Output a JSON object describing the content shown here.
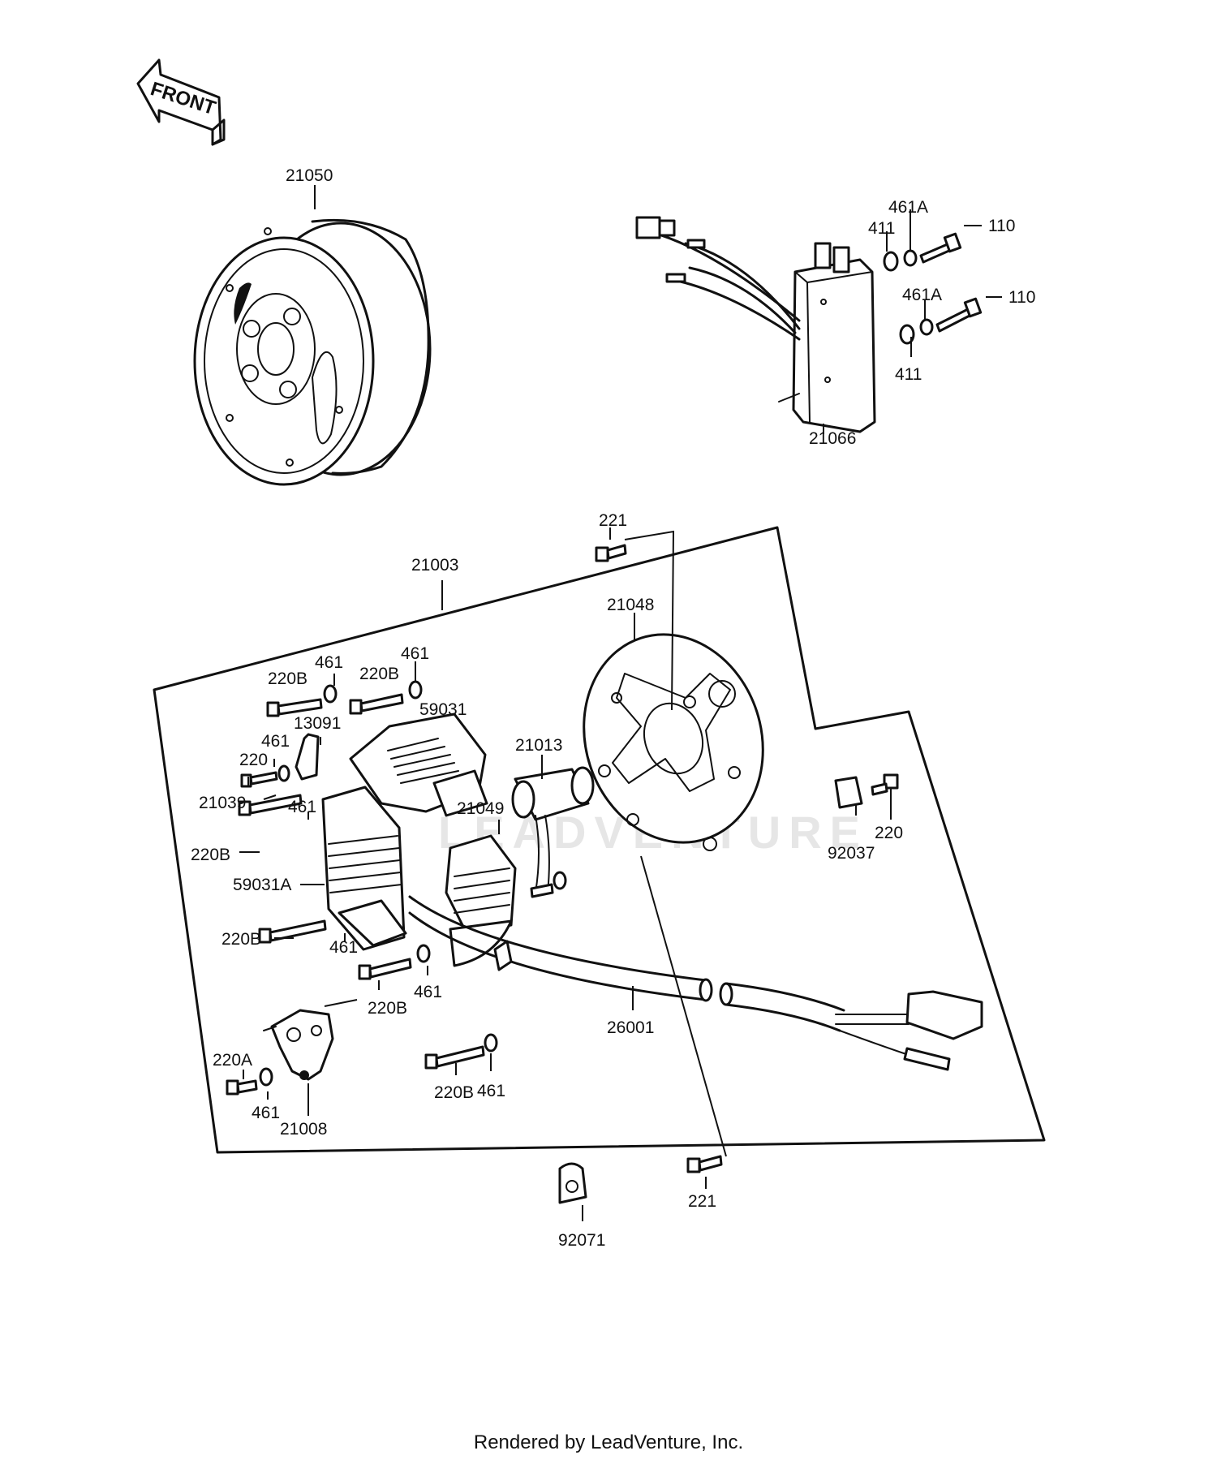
{
  "front_arrow_label": "FRONT",
  "watermark": "LEADVENTURE",
  "footer": "Rendered by LeadVenture, Inc.",
  "parts": {
    "p21050": "21050",
    "p461A_top": "461A",
    "p411_top": "411",
    "p110_top": "110",
    "p461A_mid": "461A",
    "p110_mid": "110",
    "p411_mid": "411",
    "p21066": "21066",
    "p221_top": "221",
    "p21003": "21003",
    "p21048": "21048",
    "p461_a": "461",
    "p220B_a": "220B",
    "p461_b": "461",
    "p220B_b": "220B",
    "p59031": "59031",
    "p13091": "13091",
    "p461_c": "461",
    "p220": "220",
    "p21039": "21039",
    "p461_d": "461",
    "p21013": "21013",
    "p21049": "21049",
    "p220B_c": "220B",
    "p59031A": "59031A",
    "p220B_d": "220B",
    "p461_e": "461",
    "p461_f": "461",
    "p220B_e": "220B",
    "p26001": "26001",
    "p220A": "220A",
    "p461_g": "461",
    "p21008": "21008",
    "p220B_f": "220B",
    "p461_h": "461",
    "p221_bot": "221",
    "p92071": "92071",
    "p92037": "92037",
    "p220_right": "220"
  }
}
